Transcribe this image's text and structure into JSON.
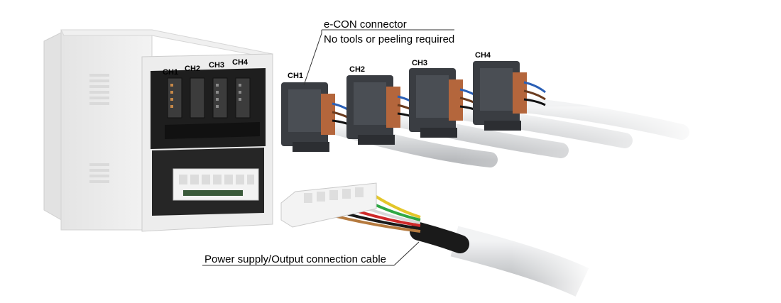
{
  "callouts": {
    "econ_title": "e-CON connector",
    "econ_note": "No tools or peeling required",
    "power_cable": "Power supply/Output connection cable"
  },
  "unit_channels": [
    "CH1",
    "CH2",
    "CH3",
    "CH4"
  ],
  "connector_channels": [
    "CH1",
    "CH2",
    "CH3",
    "CH4"
  ],
  "colors": {
    "housing": "#ebebeb",
    "panel_black": "#222222",
    "connector_black": "#3a3d42",
    "contact_brown": "#b4663c",
    "cable_grey": "#d6d8da",
    "power_plug_white": "#f3f3f3"
  },
  "wire_colors": [
    "#b57a3f",
    "#1a1a1a",
    "#cf2a2a",
    "#ffffff",
    "#2fa845",
    "#e3c62a"
  ]
}
